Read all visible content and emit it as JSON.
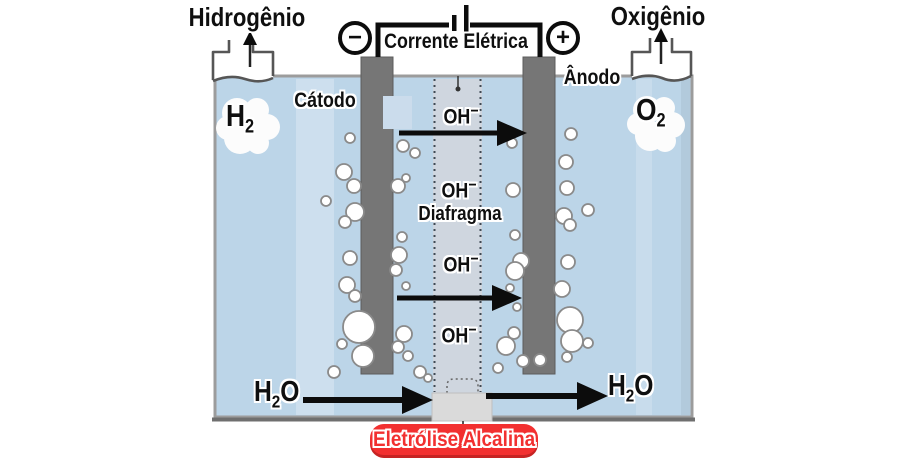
{
  "title_badge": "Eletrólise Alcalina",
  "header": {
    "hydrogen_gas_title": "Hidrogênio",
    "oxygen_gas_title": "Oxigênio",
    "current_label": "Corrente Elétrica",
    "negative_terminal": "−",
    "positive_terminal": "+"
  },
  "cell": {
    "cathode_label": "Cátodo",
    "anode_label": "Ânodo",
    "membrane_label": "Diafragma"
  },
  "species": {
    "hydrogen": {
      "symbol": "H",
      "subscript": "2"
    },
    "oxygen": {
      "symbol": "O",
      "subscript": "2"
    },
    "water": {
      "h": "H",
      "subscript": "2",
      "o": "O"
    },
    "hydroxide": {
      "formula": "OH",
      "charge": "−"
    }
  },
  "colors": {
    "water": "#bcd5e8",
    "membrane": "#cfd6df",
    "electrode": "#767676",
    "tank_border": "#9c9c9c",
    "badge": "#f23030",
    "badge_shadow": "#c62323",
    "text": "#0f0f0f",
    "bubble_stroke": "#8a8a8a",
    "outline": "#565656",
    "patch": "#cbdcec",
    "plug": "#dadada"
  }
}
